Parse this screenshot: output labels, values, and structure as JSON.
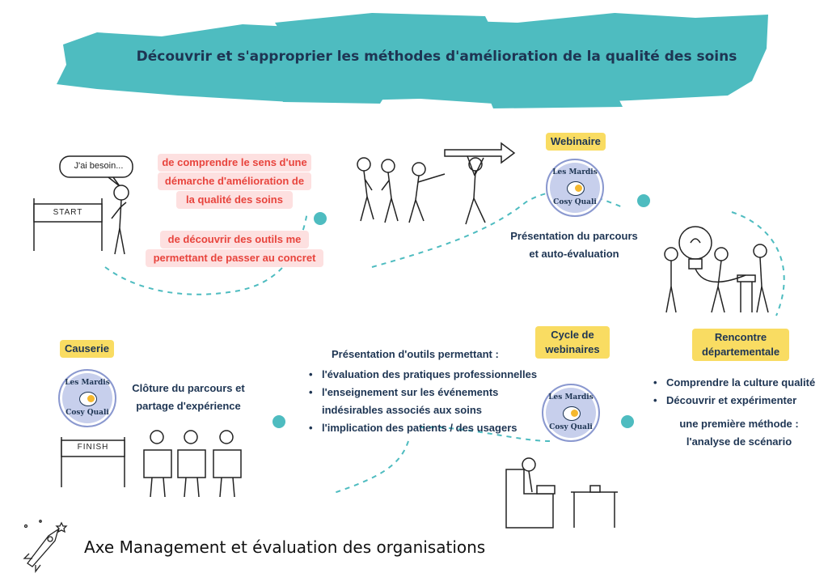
{
  "title": "Découvrir et s'approprier les méthodes d'amélioration de la qualité des soins",
  "speech_bubble": "J'ai besoin...",
  "start_sign": "START",
  "finish_sign": "FINISH",
  "needs": [
    "de comprendre le sens d'une",
    "démarche d'amélioration de",
    "la qualité des soins",
    "de découvrir des outils me",
    "permettant de passer au concret"
  ],
  "logo": {
    "top": "Les Mardis",
    "bottom": "Cosy Quali"
  },
  "step1": {
    "tag": "Webinaire",
    "lines": [
      "Présentation du parcours",
      "et auto-évaluation"
    ]
  },
  "step2": {
    "tag_lines": [
      "Rencontre",
      "départementale"
    ],
    "bullets": [
      "Comprendre la culture qualité",
      "Découvrir et expérimenter",
      "une première méthode :",
      "l'analyse de scénario"
    ]
  },
  "step3": {
    "tag_lines": [
      "Cycle de",
      "webinaires"
    ],
    "intro": "Présentation d'outils permettant :",
    "bullets": [
      "l'évaluation des pratiques professionnelles",
      "l'enseignement sur les événements",
      "indésirables associés aux soins",
      "l'implication des patients / des usagers"
    ]
  },
  "step4": {
    "tag": "Causerie",
    "lines": [
      "Clôture du parcours et",
      "partage d'expérience"
    ]
  },
  "footer": "Axe Management et évaluation des organisations",
  "colors": {
    "teal": "#4ebcc0",
    "navy": "#1e3553",
    "yellow": "#f9dc62",
    "pink_bg": "#fde0e0",
    "pink_text": "#e8443d"
  }
}
